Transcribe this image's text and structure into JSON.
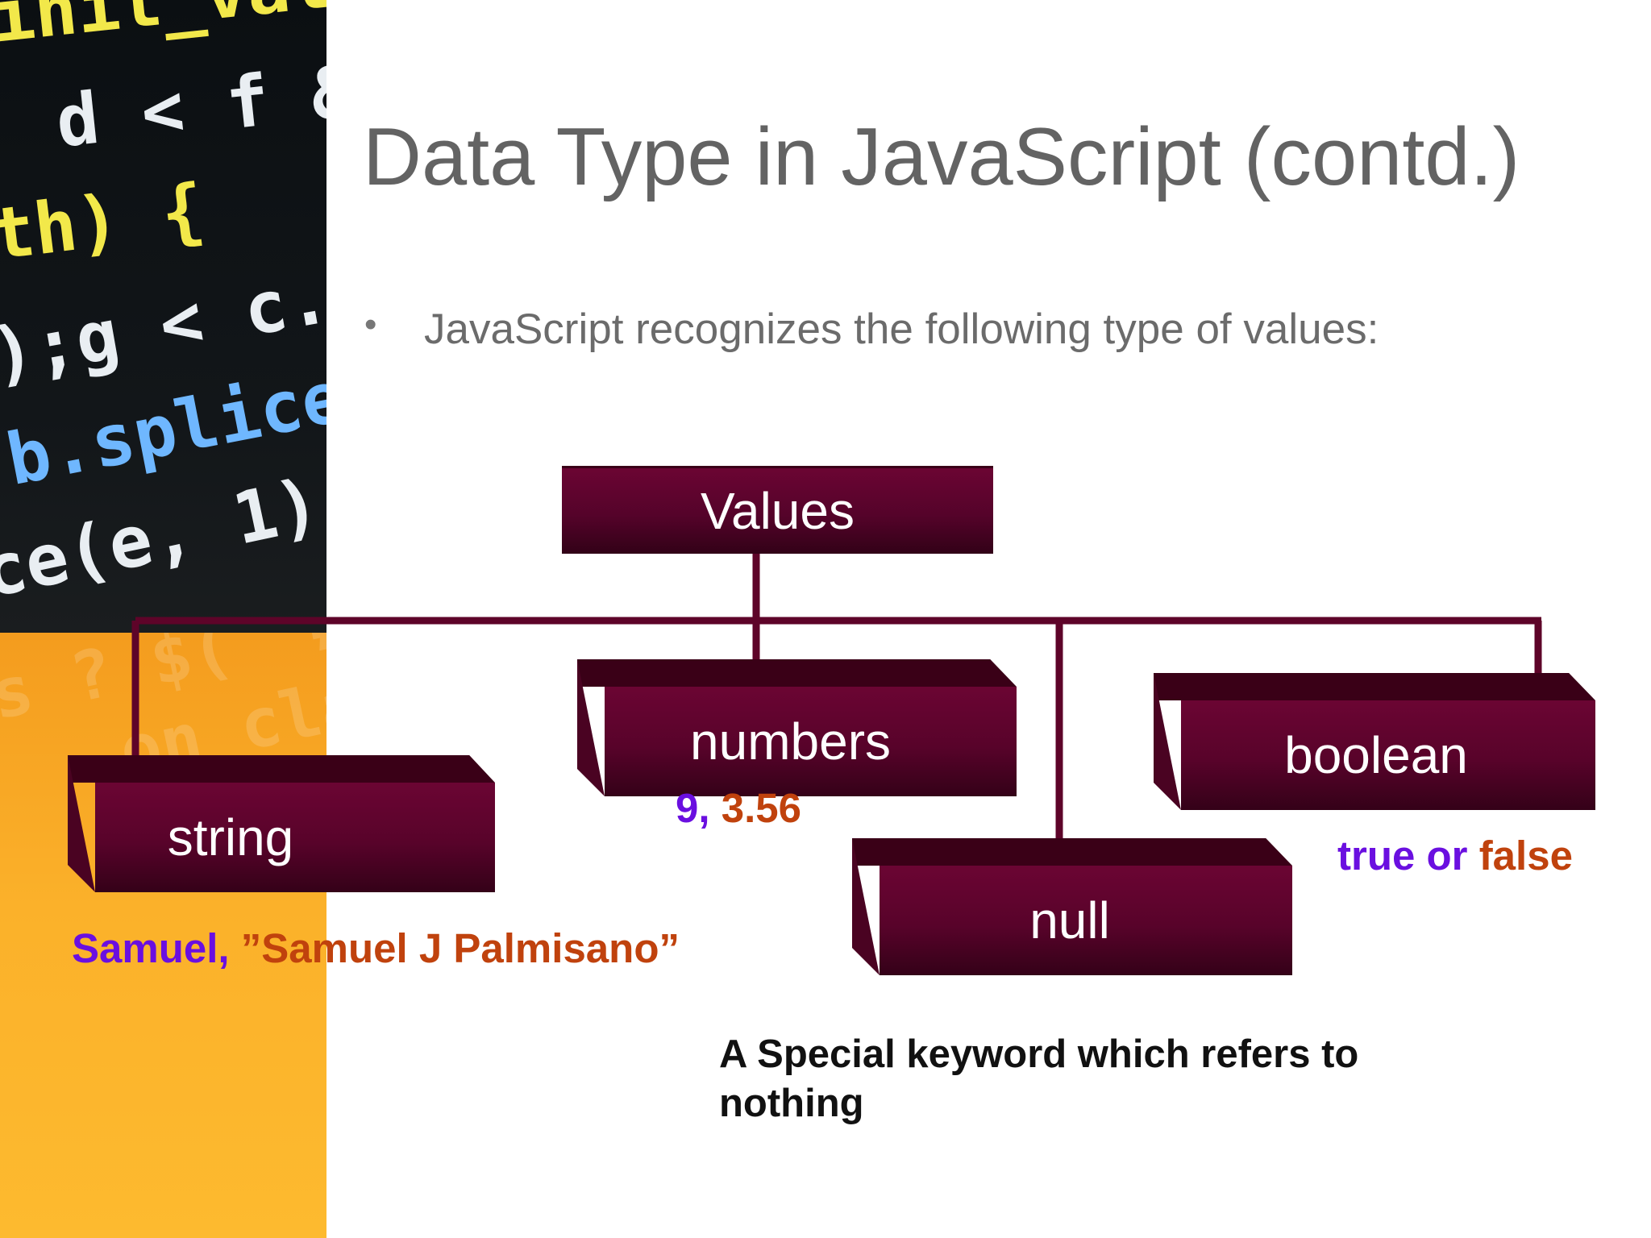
{
  "slide": {
    "title": "Data Type in JavaScript (contd.)",
    "bullet": "JavaScript recognizes the following type of values:"
  },
  "background_code": [
    "init_val )",
    "d < f &&",
    "th) {",
    ");g < c.len",
    "b.splice(e",
    "ce(e, 1);",
    "s ? $( \"#o",
    "on cla"
  ],
  "diagram": {
    "root": "Values",
    "nodes": {
      "string": {
        "label": "string",
        "example_part1": "Samuel,",
        "example_part2": "”Samuel J Palmisano”"
      },
      "numbers": {
        "label": "numbers",
        "example_part1": "9,",
        "example_part2": "3.56"
      },
      "null": {
        "label": "null",
        "description": "A Special keyword which refers to nothing"
      },
      "boolean": {
        "label": "boolean",
        "example_part1": "true or",
        "example_part2": "false"
      }
    }
  },
  "colors": {
    "box": "#5e0429",
    "connector": "#5e0429",
    "example_primary": "#6a0fe0",
    "example_secondary": "#c0420d",
    "title": "#636363"
  }
}
